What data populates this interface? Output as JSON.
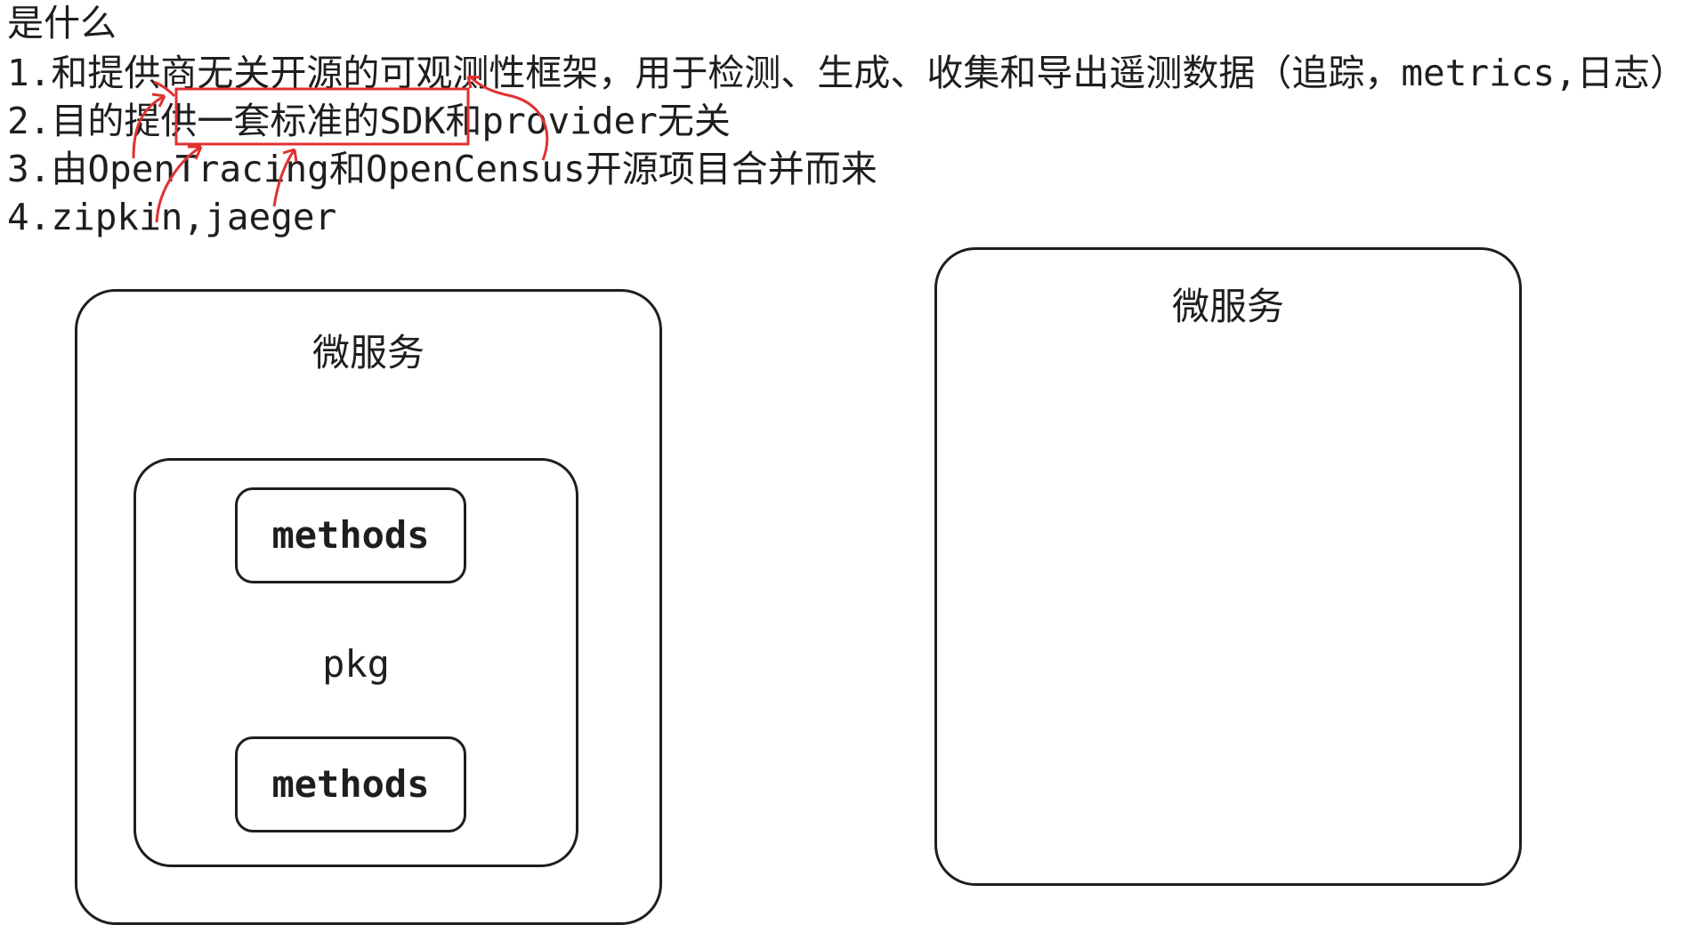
{
  "notes": {
    "heading": "是什么",
    "line1": "1.和提供商无关开源的可观测性框架，用于检测、生成、收集和导出遥测数据（追踪，metrics,日志）",
    "line2": "2.目的提供一套标准的SDK和provider无关",
    "line3": "3.由OpenTracing和OpenCensus开源项目合并而来",
    "line4": "4.zipkin,jaeger"
  },
  "diagram": {
    "left_service": {
      "title": "微服务",
      "package": {
        "label": "pkg",
        "methods": [
          "methods",
          "methods"
        ]
      }
    },
    "right_service": {
      "title": "微服务"
    }
  },
  "colors": {
    "ink": "#1e1e1e",
    "annotation_red": "#e03131",
    "background": "#ffffff"
  }
}
